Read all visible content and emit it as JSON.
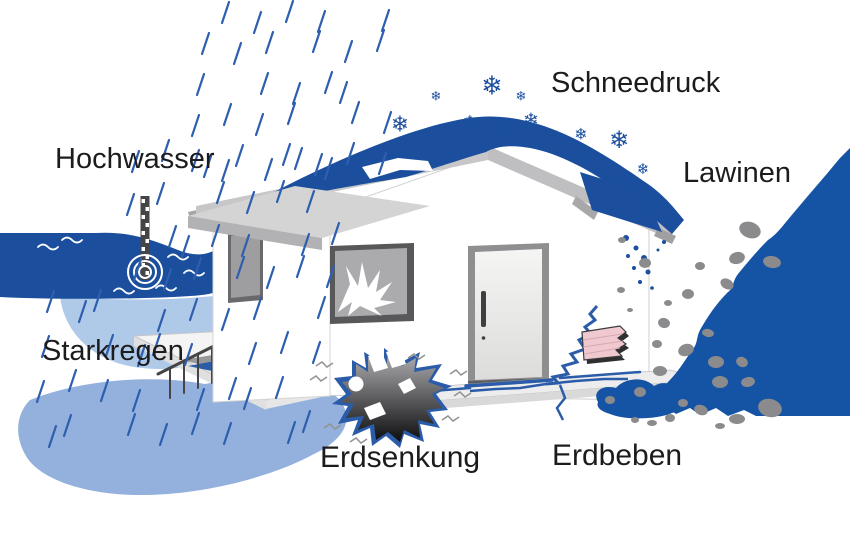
{
  "labels": {
    "hochwasser": "Hochwasser",
    "starkregen": "Starkregen",
    "schneedruck": "Schneedruck",
    "lawinen": "Lawinen",
    "erdsenkung": "Erdsenkung",
    "erdbeben": "Erdbeben"
  },
  "icons": {
    "snowflake_glyph": "❄"
  },
  "colors": {
    "hazard_blue": "#1B4F9E",
    "avalanche_blue": "#1553A4",
    "water_side_light_blue": "#AFC9E9",
    "puddle_light_blue": "#93B1DC",
    "rain_blue": "#2E5FAE",
    "crack_blue": "#2B5CA9",
    "rock_gray": "#8B8B8D",
    "roof_gray": "#C7C7C9",
    "brick_pink": "#EFC9CF",
    "label_text": "#1C1C1E"
  }
}
